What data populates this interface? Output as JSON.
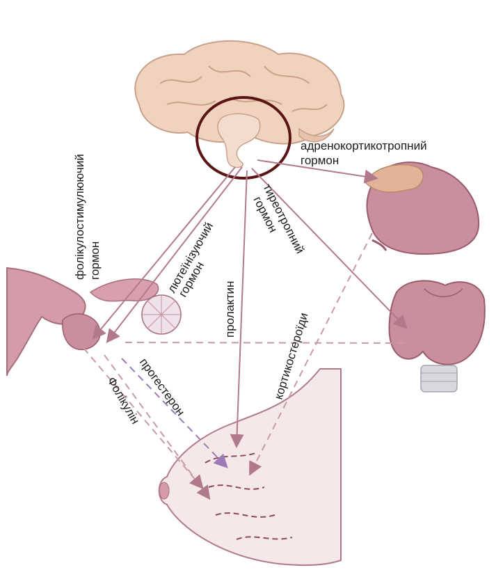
{
  "labels": {
    "acth_line1": "адренокортикотропний",
    "acth_line2": "гормон",
    "fsh_line1": "фолікулостимулюючий",
    "fsh_line2": "гормон",
    "lh_line1": "лютеїнізуючий",
    "lh_line2": "гормон",
    "prolactin": "пролактин",
    "tsh_line1": "тиреотропний",
    "tsh_line2": "гормон",
    "corticosteroids": "кортикостероїди",
    "progesterone": "прогестерон",
    "folliculin": "Фолікулін"
  },
  "colors": {
    "hormone_arrow": "#b07a8c",
    "pathway_dashed": "#c79aa4",
    "pituitary_ring": "#5a1414",
    "brain": "#f0d3bf",
    "organ": "#c98f9d"
  }
}
